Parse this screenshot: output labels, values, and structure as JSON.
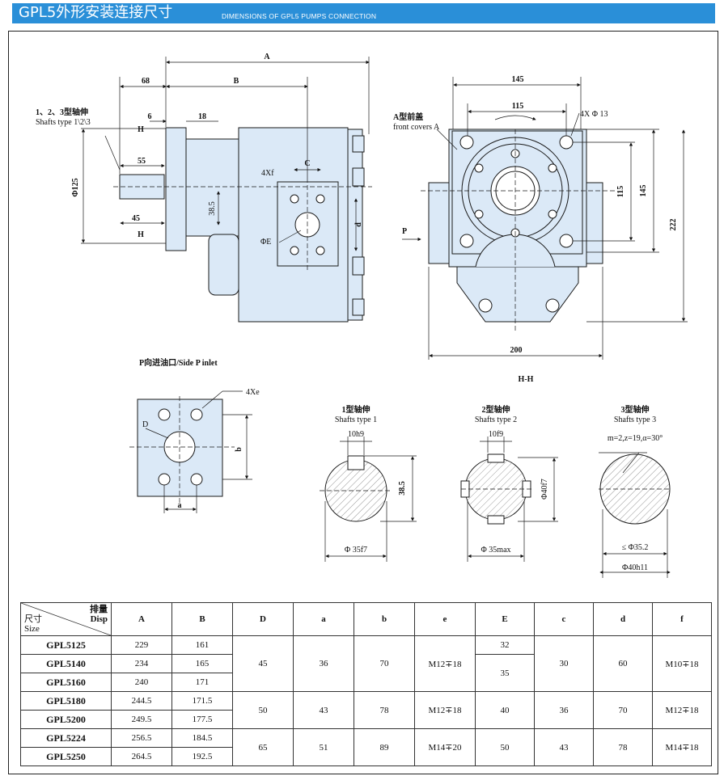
{
  "header": {
    "title_cn": "GPL5外形安装连接尺寸",
    "title_en": "DIMENSIONS OF GPL5 PUMPS CONNECTION"
  },
  "drawing": {
    "dim_A": "A",
    "dim_B": "B",
    "dim_68": "68",
    "dim_6": "6",
    "dim_18": "18",
    "dim_55": "55",
    "dim_45": "45",
    "dim_phi125": "Φ125",
    "dim_4xf": "4Xf",
    "dim_C": "C",
    "dim_385": "38.5",
    "dim_phiE": "ΦE",
    "dim_d": "d",
    "shaft_note_cn": "1、2、3型轴伸",
    "shaft_note_en": "Shafts type 1\\2\\3",
    "sec_H": "H",
    "dim_145": "145",
    "dim_115": "115",
    "dim_4xphi13": "4X Φ 13",
    "front_cover_cn": "A型前盖",
    "front_cover_en": "front covers A",
    "dim_115v": "115",
    "dim_145v": "145",
    "dim_222": "222",
    "dim_200": "200",
    "arrow_P": "P",
    "side_inlet": "P向进油口/Side P inlet",
    "hh": "H-H",
    "dim_4xe": "4Xe",
    "dim_D": "D",
    "dim_b": "b",
    "dim_a": "a",
    "shaft1_cn": "1型轴伸",
    "shaft1_en": "Shafts type 1",
    "shaft1_key": "10h9",
    "shaft1_h": "38.5",
    "shaft1_dia": "Φ 35f7",
    "shaft2_cn": "2型轴伸",
    "shaft2_en": "Shafts type 2",
    "shaft2_key": "10f9",
    "shaft2_od": "Φ40f7",
    "shaft2_dia": "Φ 35max",
    "shaft3_cn": "3型轴伸",
    "shaft3_en": "Shafts type 3",
    "shaft3_spec": "m=2,z=19,α=30°",
    "shaft3_d1": "≤ Φ35.2",
    "shaft3_d2": "Φ40h11"
  },
  "table": {
    "corner_top": "排量",
    "corner_disp": "Disp",
    "corner_cn": "尺寸",
    "corner_size": "Size",
    "columns": [
      "A",
      "B",
      "D",
      "a",
      "b",
      "e",
      "E",
      "c",
      "d",
      "f"
    ],
    "rows": [
      {
        "size": "GPL5125",
        "A": "229",
        "B": "161"
      },
      {
        "size": "GPL5140",
        "A": "234",
        "B": "165"
      },
      {
        "size": "GPL5160",
        "A": "240",
        "B": "171"
      },
      {
        "size": "GPL5180",
        "A": "244.5",
        "B": "171.5"
      },
      {
        "size": "GPL5200",
        "A": "249.5",
        "B": "177.5"
      },
      {
        "size": "GPL5224",
        "A": "256.5",
        "B": "184.5"
      },
      {
        "size": "GPL5250",
        "A": "264.5",
        "B": "192.5"
      }
    ],
    "g1": {
      "D": "45",
      "a": "36",
      "b": "70",
      "e": "M12∓18",
      "E1": "32",
      "E2": "35",
      "c": "30",
      "d": "60",
      "f": "M10∓18"
    },
    "g2": {
      "D": "50",
      "a": "43",
      "b": "78",
      "e": "M12∓18",
      "E": "40",
      "c": "36",
      "d": "70",
      "f": "M12∓18"
    },
    "g3": {
      "D": "65",
      "a": "51",
      "b": "89",
      "e": "M14∓20",
      "E": "50",
      "c": "43",
      "d": "78",
      "f": "M14∓18"
    }
  },
  "colors": {
    "header": "#2a8fd8",
    "part_fill": "#dbe9f7",
    "line": "#1a1a1a"
  }
}
